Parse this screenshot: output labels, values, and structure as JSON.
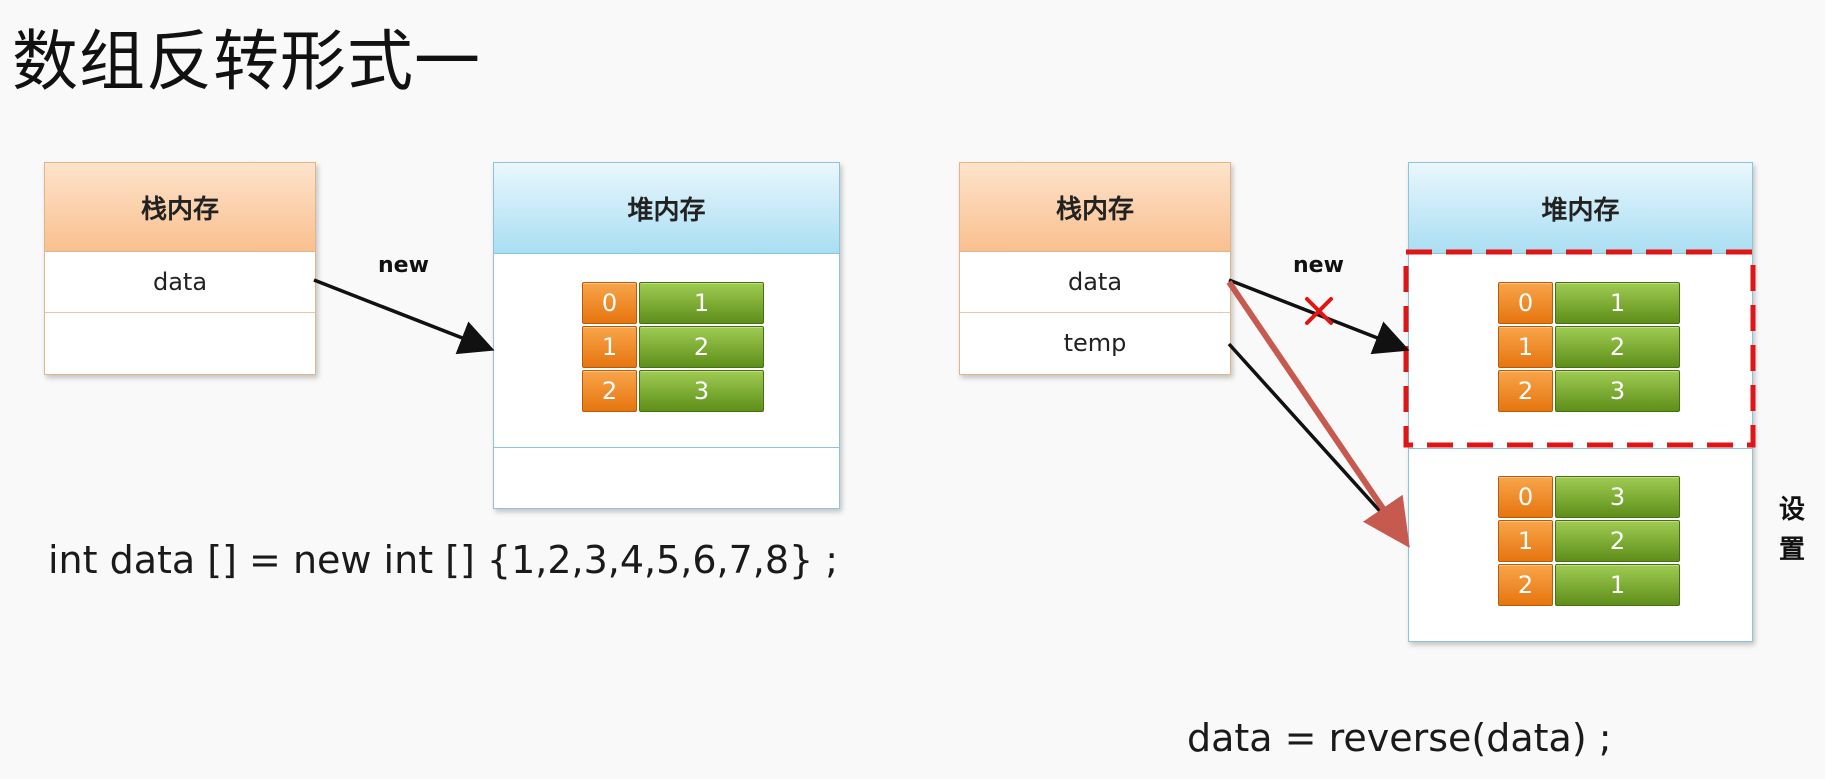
{
  "title": "数组反转形式一",
  "left": {
    "stack_title": "栈内存",
    "stack_rows": [
      "data",
      ""
    ],
    "heap_title": "堆内存",
    "arrow_label": "new",
    "array": [
      {
        "index": "0",
        "value": "1"
      },
      {
        "index": "1",
        "value": "2"
      },
      {
        "index": "2",
        "value": "3"
      }
    ],
    "code": "int data [] = new int [] {1,2,3,4,5,6,7,8} ;"
  },
  "right": {
    "stack_title": "栈内存",
    "stack_rows": [
      "data",
      "temp"
    ],
    "heap_title": "堆内存",
    "arrow_label": "new",
    "array_old": [
      {
        "index": "0",
        "value": "1"
      },
      {
        "index": "1",
        "value": "2"
      },
      {
        "index": "2",
        "value": "3"
      }
    ],
    "array_new": [
      {
        "index": "0",
        "value": "3"
      },
      {
        "index": "1",
        "value": "2"
      },
      {
        "index": "2",
        "value": "1"
      }
    ],
    "side_label": "设置",
    "code": "data = reverse(data) ;"
  },
  "colors": {
    "index_cell": "#e6750f",
    "value_cell": "#5e8f1a",
    "highlight_dash": "#e01515",
    "reassign_arrow": "#c65a4e"
  }
}
